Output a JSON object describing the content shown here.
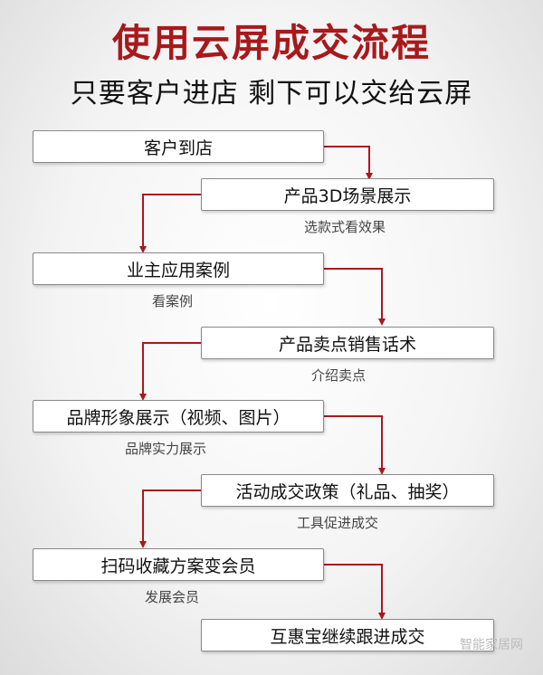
{
  "title": "使用云屏成交流程",
  "subtitle": "只要客户进店 剩下可以交给云屏",
  "steps": [
    {
      "label": "客户到店",
      "note": ""
    },
    {
      "label": "产品3D场景展示",
      "note": "选款式看效果"
    },
    {
      "label": "业主应用案例",
      "note": "看案例"
    },
    {
      "label": "产品卖点销售话术",
      "note": "介绍卖点"
    },
    {
      "label": "品牌形象展示（视频、图片）",
      "note": "品牌实力展示"
    },
    {
      "label": "活动成交政策（礼品、抽奖）",
      "note": "工具促进成交"
    },
    {
      "label": "扫码收藏方案变会员",
      "note": "发展会员"
    },
    {
      "label": "互惠宝继续跟进成交",
      "note": ""
    }
  ],
  "watermark": "智能家居网",
  "colors": {
    "title": "#a8191c",
    "arrow": "#a8191c"
  }
}
